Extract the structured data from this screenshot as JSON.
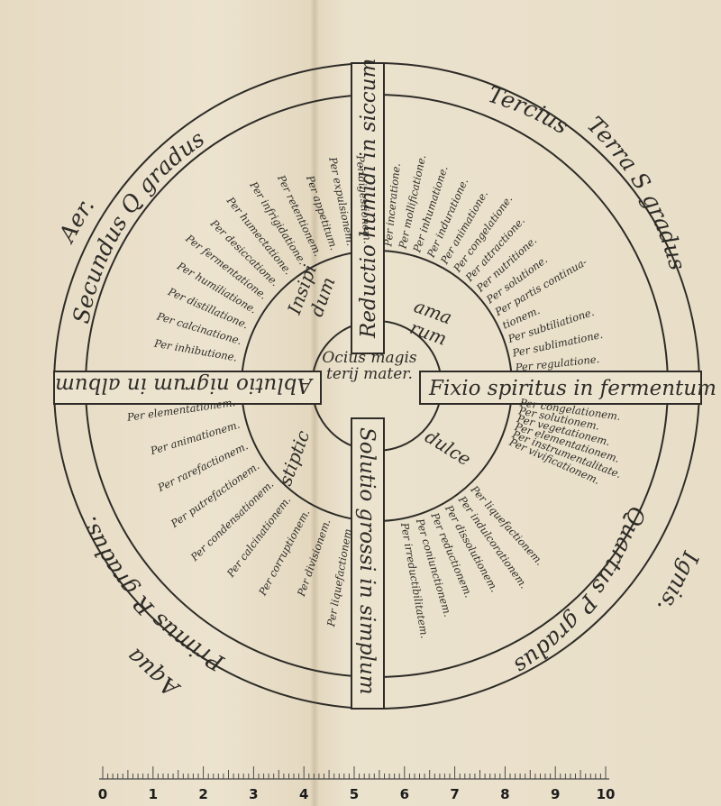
{
  "axes": {
    "top": "Reductio humidi in siccum",
    "left": "Ablutio nigrum in album",
    "right": "Fixio spiritus in fermentum",
    "bottom": "Solutio grossi in simplum"
  },
  "center": [
    "Ocius magis",
    "terij mater."
  ],
  "qualities": {
    "upper_left": [
      "Insipi",
      "dum"
    ],
    "upper_right": [
      "ama",
      "rum"
    ],
    "lower_left": "stiptic",
    "lower_right": "dulce"
  },
  "outer_labels": {
    "upper_left_element": "Aer.",
    "upper_left_degree": "Secundus Q gradus",
    "upper_right_degree": "Tercius",
    "upper_right_element": "Terra S gradus",
    "lower_left_degree": "Primus R gradus.",
    "lower_left_element": "Aqua",
    "lower_right_degree": "Quartus P gradus",
    "lower_right_element": "Ignis."
  },
  "lists": {
    "upper_right": [
      "Per inceratione.",
      "Per mollificatione.",
      "Per inhumatione.",
      "Per induratione.",
      "Per animatione.",
      "Per congelatione.",
      "Per attractione.",
      "Per nutritione.",
      "Per solutione.",
      "Per partis continua-",
      "tionem.",
      "Per subtiliatione.",
      "Per sublimatione.",
      "Per regulatione."
    ],
    "upper_left": [
      "Per digestionem.",
      "Per expulsionem.",
      "Per appetitum.",
      "Per retentionem.",
      "Per infrigidatione.",
      "Per humectatione.",
      "Per desiccatione.",
      "Per fermentatione.",
      "Per humiliatione.",
      "Per distillatione.",
      "Per calcinatione.",
      "Per inhibutione."
    ],
    "lower_right_a": [
      "Per congelationem.",
      "Per solutionem.",
      "Per vegetationem.",
      "Per elementationem.",
      "Per instrumentalitate.",
      "Per vivificationem."
    ],
    "lower_right_b": [
      "Per liquefactionem.",
      "Per indulcorationem.",
      "Per dissolutionem.",
      "Per reductionem.",
      "Per coniunctionem.",
      "Per irreductibilitatem."
    ],
    "lower_left": [
      "Per elementationem.",
      "Per animationem.",
      "Per rarefactionem.",
      "Per putrefactionem.",
      "Per condensationem.",
      "Per calcinationem.",
      "Per corruptionem.",
      "Per divisionem.",
      "Per liquefactionem."
    ]
  },
  "ruler": {
    "labels": [
      "0",
      "1",
      "2",
      "3",
      "4",
      "5",
      "6",
      "7",
      "8",
      "9",
      "10"
    ]
  },
  "colors": {
    "ink": "#2e2c28",
    "paper": "#e9dfca"
  }
}
